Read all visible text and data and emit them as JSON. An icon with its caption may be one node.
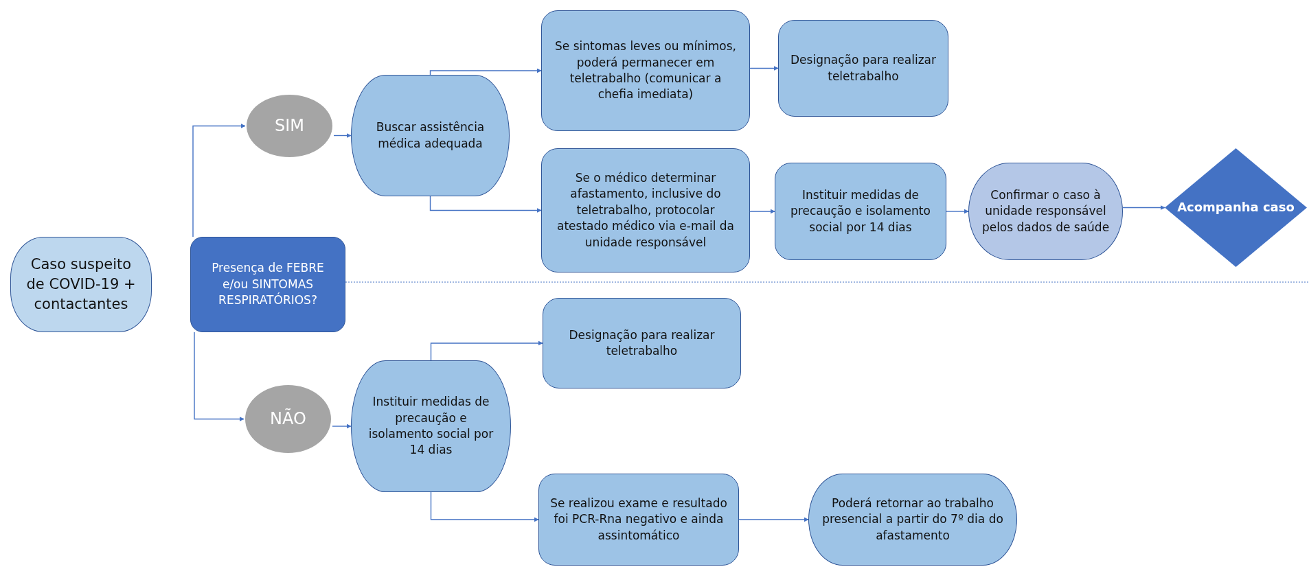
{
  "diagram": {
    "nodes": [
      {
        "text": [
          "Caso suspeito de COVID-19 + contactantes"
        ]
      },
      {
        "text": [
          "Presença de FEBRE e/ou SINTOMAS RESPIRATÓRIOS?"
        ]
      },
      {
        "text": [
          "SIM"
        ]
      },
      {
        "text": [
          "Buscar assistência médica adequada"
        ]
      },
      {
        "text": [
          "Se sintomas leves ou mínimos, poderá permanecer em teletrabalho (comunicar a chefia imediata)"
        ]
      },
      {
        "text": [
          "Designação para realizar teletrabalho"
        ]
      },
      {
        "text": [
          "Se o médico determinar afastamento, inclusive do teletrabalho, protocolar atestado médico via e-mail da unidade responsável"
        ]
      },
      {
        "text": [
          "Instituir medidas de precaução e isolamento social por 14 dias"
        ]
      },
      {
        "text": [
          "Confirmar o caso à unidade responsável pelos dados de saúde"
        ]
      },
      {
        "text": [
          "Acompanha caso"
        ]
      },
      {
        "text": [
          "NÃO"
        ]
      },
      {
        "text": [
          "Instituir medidas de precaução e isolamento social por 14 dias"
        ]
      },
      {
        "text": [
          "Designação para realizar teletrabalho"
        ]
      },
      {
        "text": [
          "Se realizou exame e resultado foi PCR-Rna negativo e ainda assintomático"
        ]
      },
      {
        "text": [
          "Poderá retornar ao trabalho presencial a partir do 7º dia do afastamento"
        ]
      }
    ],
    "edges": [
      {
        "from": 1,
        "to": 2,
        "arrow": "to"
      },
      {
        "from": 1,
        "to": 10,
        "arrow": "to"
      },
      {
        "from": 2,
        "to": 3,
        "arrow": "to"
      },
      {
        "from": 3,
        "to": 4,
        "arrow": "to"
      },
      {
        "from": 3,
        "to": 6,
        "arrow": "to"
      },
      {
        "from": 4,
        "to": 5,
        "arrow": "to"
      },
      {
        "from": 6,
        "to": 7,
        "arrow": "to"
      },
      {
        "from": 7,
        "to": 8,
        "arrow": "to"
      },
      {
        "from": 8,
        "to": 9,
        "arrow": "to"
      },
      {
        "from": 10,
        "to": 11,
        "arrow": "to"
      },
      {
        "from": 11,
        "to": 12,
        "arrow": "to"
      },
      {
        "from": 11,
        "to": 13,
        "arrow": "to"
      },
      {
        "from": 13,
        "to": 14,
        "arrow": "to"
      }
    ]
  }
}
